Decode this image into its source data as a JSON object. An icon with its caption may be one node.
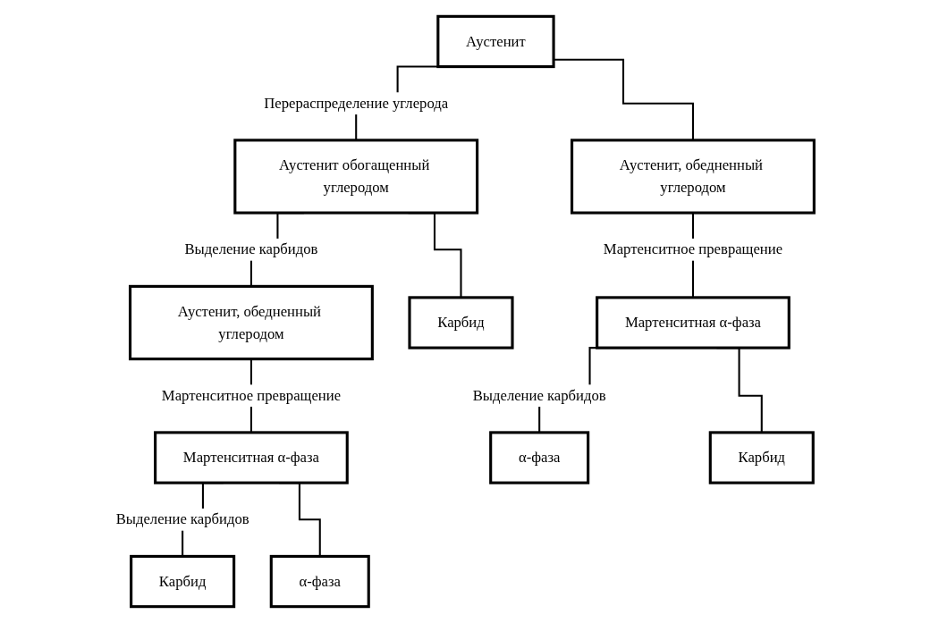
{
  "diagram": {
    "nodes": [
      {
        "text": [
          "Аустенит"
        ]
      },
      {
        "text": [
          "Аустенит обогащенный углеродом"
        ]
      },
      {
        "text": [
          "Аустенит, обедненный углеродом"
        ]
      },
      {
        "text": [
          "Аустенит, обедненный углеродом"
        ]
      },
      {
        "text": [
          "Карбид"
        ]
      },
      {
        "text": [
          "Мартенситная α-фаза"
        ]
      },
      {
        "text": [
          "Мартенситная α-фаза"
        ]
      },
      {
        "text": [
          "α-фаза"
        ]
      },
      {
        "text": [
          "Карбид"
        ]
      },
      {
        "text": [
          "Карбид"
        ]
      },
      {
        "text": [
          "α-фаза"
        ]
      }
    ],
    "edges": [
      {
        "from": 0,
        "to": 1,
        "arrow": "none",
        "label": "Перераспределение углерода"
      },
      {
        "from": 0,
        "to": 2,
        "arrow": "none"
      },
      {
        "from": 1,
        "to": 3,
        "arrow": "none",
        "label": "Выделение карбидов"
      },
      {
        "from": 1,
        "to": 4,
        "arrow": "none"
      },
      {
        "from": 2,
        "to": 5,
        "arrow": "none",
        "label": "Мартенситное превращение"
      },
      {
        "from": 5,
        "to": 7,
        "arrow": "none",
        "label": "Выделение карбидов"
      },
      {
        "from": 5,
        "to": 8,
        "arrow": "none"
      },
      {
        "from": 3,
        "to": 6,
        "arrow": "none",
        "label": "Мартенситное превращение"
      },
      {
        "from": 6,
        "to": 9,
        "arrow": "none",
        "label": "Выделение карбидов"
      },
      {
        "from": 6,
        "to": 10,
        "arrow": "none"
      }
    ]
  }
}
